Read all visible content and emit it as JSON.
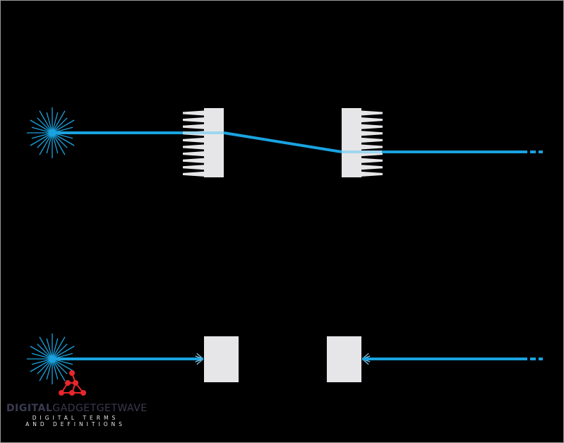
{
  "colors": {
    "background": "#000000",
    "beam": "#1aa3e0",
    "beam_in_block": "#9fd6ee",
    "block": "#e6e6e8",
    "watermark_logo": "#e8262b"
  },
  "diagrams": [
    {
      "id": "top",
      "description_icons": [
        "starburst-icon",
        "lens-block-with-fins",
        "lens-block-with-fins"
      ]
    },
    {
      "id": "bottom",
      "description_icons": [
        "starburst-icon",
        "block",
        "block"
      ]
    }
  ],
  "watermark": {
    "brand_bold": "DIGITAL",
    "brand_light": "GADGETGETWAVE",
    "tagline": "DIGITAL TERMS AND DEFINITIONS"
  }
}
